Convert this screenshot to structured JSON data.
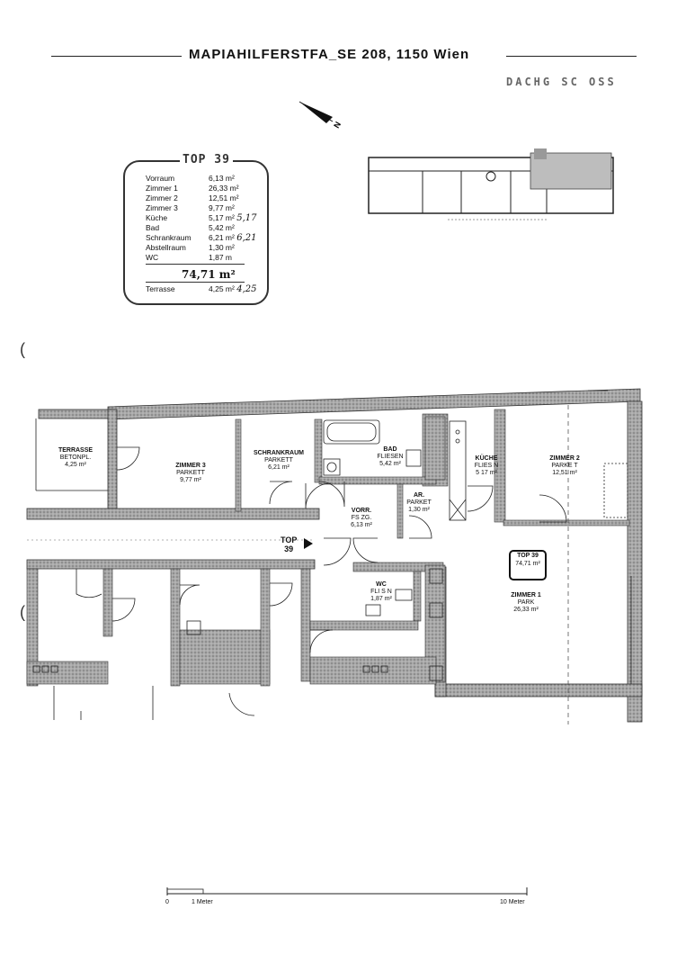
{
  "header": {
    "address": "MAPIAHILFERSTFA_SE 208, 1150 Wien",
    "floor": "DACHG SC OSS"
  },
  "area_table": {
    "title": "TOP 39",
    "rows": [
      {
        "name": "Vorraum",
        "value": "6,13 m²"
      },
      {
        "name": "Zimmer 1",
        "value": "26,33 m²"
      },
      {
        "name": "Zimmer 2",
        "value": "12,51 m²"
      },
      {
        "name": "Zimmer 3",
        "value": "9,77 m²"
      },
      {
        "name": "Küche",
        "value": "5,17 m²",
        "note": "5,17"
      },
      {
        "name": "Bad",
        "value": "5,42 m²"
      },
      {
        "name": "Schrankraum",
        "value": "6,21 m²",
        "note": "6,21"
      },
      {
        "name": "Abstellraum",
        "value": "1,30 m²"
      },
      {
        "name": "WC",
        "value": "1,87 m"
      }
    ],
    "total": "74,71 m²",
    "terrace": {
      "name": "Terrasse",
      "value": "4,25 m²",
      "note": "4,25"
    }
  },
  "rooms": {
    "terrasse": {
      "name": "TERRASSE",
      "floor": "BETONPL.",
      "area": "4,25 m²"
    },
    "zimmer3": {
      "name": "ZIMMER 3",
      "floor": "PARKETT",
      "area": "9,77 m²"
    },
    "schrankraum": {
      "name": "SCHRANKRAUM",
      "floor": "PARKETT",
      "area": "6,21 m²"
    },
    "bad": {
      "name": "BAD",
      "floor": "FLIESEN",
      "area": "5,42 m²"
    },
    "kueche": {
      "name": "KÜCHE",
      "floor": "FLIES N",
      "area": "5 17 m²"
    },
    "zimmer2": {
      "name": "ZIMMER 2",
      "floor": "PARKE T",
      "area": "12,51 m²"
    },
    "vorraum": {
      "name": "VORR.",
      "floor": "FS ZG.",
      "area": "6,13 m²"
    },
    "abstellraum": {
      "name": "AR.",
      "floor": "PARKET",
      "area": "1,30 m²"
    },
    "wc": {
      "name": "WC",
      "floor": "FLI S N",
      "area": "1,87 m²"
    },
    "zimmer1": {
      "name": "ZIMMER 1",
      "floor": "PARK",
      "area": "26,33 m²"
    }
  },
  "unit_badge": {
    "name": "TOP 39",
    "area": "74,71 m²"
  },
  "entrance": {
    "line1": "TOP",
    "line2": "39"
  },
  "scale": {
    "start": "0",
    "mid": "1 Meter",
    "end": "10 Meter"
  },
  "colors": {
    "wall": "#8a8a8a",
    "line": "#1a1a1a"
  }
}
